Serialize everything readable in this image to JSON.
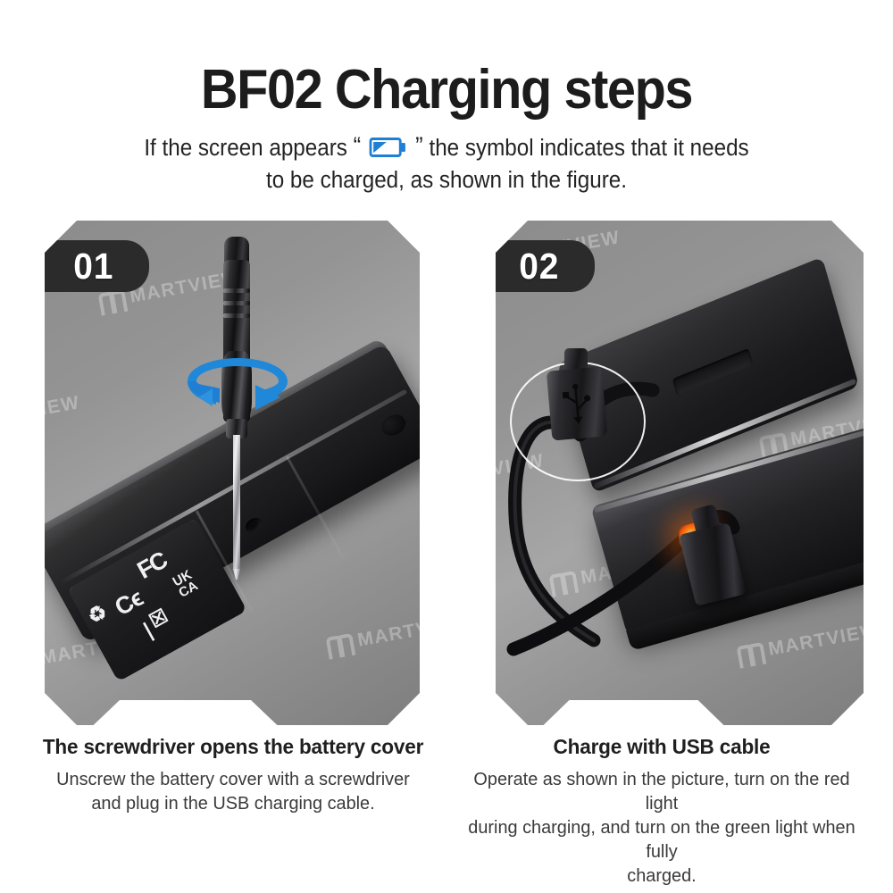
{
  "header": {
    "title": "BF02 Charging steps",
    "subtitle_part1": "If the screen appears",
    "quote_open": "“",
    "quote_close": "”",
    "battery_icon": "low-battery-icon",
    "subtitle_part2": "the symbol indicates that it needs",
    "subtitle_line2": "to be charged, as shown in the figure."
  },
  "colors": {
    "accent_blue": "#1f7fd4",
    "battery_blue": "#1f7fd4",
    "led_orange": "#ff7a14",
    "badge_dark": "#2b2b2b",
    "panel_grey": "#989898",
    "title_dark": "#1c1c1c"
  },
  "watermark": {
    "text": "MARTVIEW",
    "logo": "martview-m-logo"
  },
  "panels": [
    {
      "step_number": "01",
      "alt": "screwdriver unscrewing the battery cover screw on the device",
      "certifications": {
        "fcc": "FC",
        "ce": "Cϵ",
        "ukca_line1": "UK",
        "ukca_line2": "CA",
        "recycle": "♻",
        "weee": "☒",
        "bars": "❘"
      },
      "icons": [
        "screwdriver",
        "rotation-arrow",
        "screw-hole"
      ]
    },
    {
      "step_number": "02",
      "alt": "USB cable plugged into the device with red charging LED lit",
      "icons": [
        "usb-cable",
        "usb-trident-symbol",
        "magnifier-circle",
        "red-led-indicator"
      ]
    }
  ],
  "captions": [
    {
      "title": "The screwdriver opens the battery cover",
      "body_line1": "Unscrew the battery cover with a screwdriver",
      "body_line2": "and plug in the USB charging cable."
    },
    {
      "title": "Charge with USB cable",
      "body_line1": "Operate as shown in the picture, turn on the red light",
      "body_line2": "during charging, and turn on the green light when fully",
      "body_line3": "charged."
    }
  ]
}
